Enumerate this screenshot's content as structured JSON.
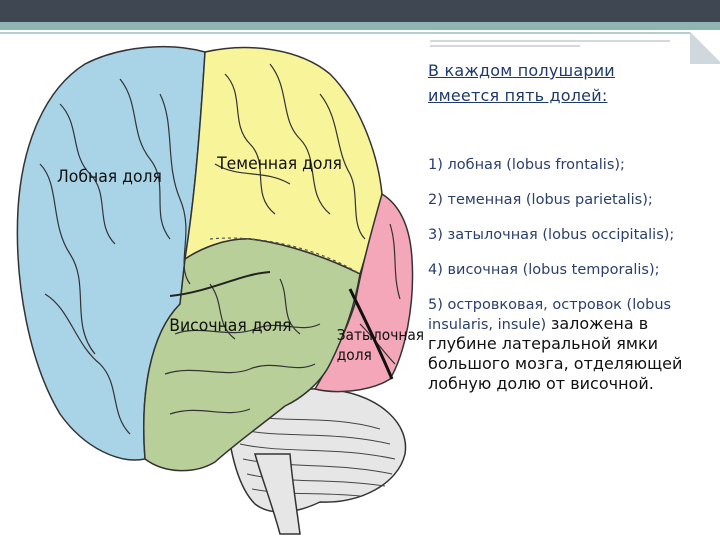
{
  "heading": {
    "line1": "В каждом полушарии",
    "line2": "имеется пять долей:"
  },
  "lobes_list": [
    "1) лобная (lobus frontalis);",
    "2) теменная (lobus parietalis);",
    "3) затылочная (lobus occipitalis);",
    "4) височная (lobus temporalis);"
  ],
  "insula_item": {
    "part1": "5) островковая, островок (lobus insularis,",
    "part2": "insule)",
    "part3": "заложена в глубине латеральной ямки большого мозга, отделяющей лобную долю от височной."
  },
  "diagram_labels": {
    "frontal": "Лобная доля",
    "parietal": "Теменная доля",
    "temporal": "Височная доля",
    "occipital_1": "Затылочная",
    "occipital_2": "доля"
  },
  "colors": {
    "frontal": "#a9d3e6",
    "parietal": "#f7f49a",
    "temporal": "#b9cf99",
    "occipital": "#f4a7b8",
    "cerebellum": "#e6e6e6",
    "heading_text": "#1f3a6a"
  }
}
